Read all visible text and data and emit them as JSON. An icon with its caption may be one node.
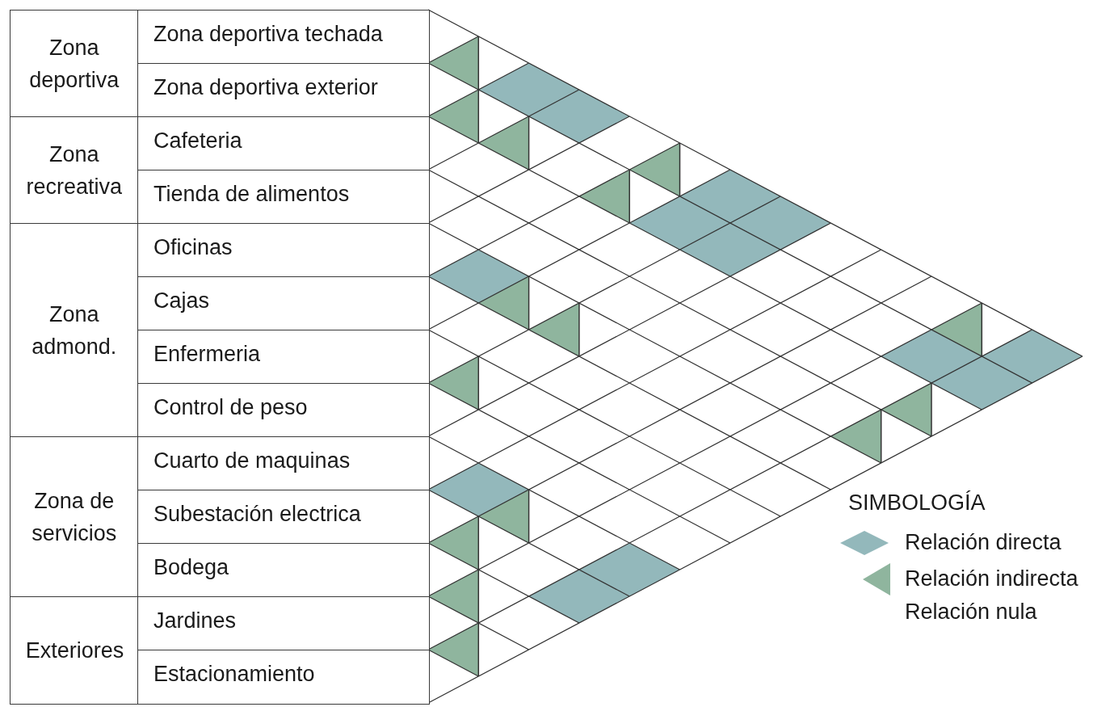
{
  "diagram": {
    "nodes": [
      {
        "text": [
          "Zona deportiva"
        ]
      },
      {
        "text": [
          "Zona deportiva techada"
        ]
      },
      {
        "text": [
          "Zona deportiva exterior"
        ]
      },
      {
        "text": [
          "Zona recreativa"
        ]
      },
      {
        "text": [
          "Cafeteria"
        ]
      },
      {
        "text": [
          "Tienda de alimentos"
        ]
      },
      {
        "text": [
          "Zona admond."
        ]
      },
      {
        "text": [
          "Oficinas"
        ]
      },
      {
        "text": [
          "Cajas"
        ]
      },
      {
        "text": [
          "Enfermeria"
        ]
      },
      {
        "text": [
          "Control de peso"
        ]
      },
      {
        "text": [
          "Zona de servicios"
        ]
      },
      {
        "text": [
          "Cuarto de maquinas"
        ]
      },
      {
        "text": [
          "Subestación electrica"
        ]
      },
      {
        "text": [
          "Bodega"
        ]
      },
      {
        "text": [
          "Exteriores"
        ]
      },
      {
        "text": [
          "Jardines"
        ]
      },
      {
        "text": [
          "Estacionamiento"
        ]
      }
    ],
    "labels": [
      "SIMBOLOGÍA"
    ],
    "legend": [
      {
        "text": "Relación directa",
        "color": "#93b8bb"
      },
      {
        "text": "Relación indirecta",
        "color": "#8fb59e"
      },
      {
        "text": "Relación nula"
      }
    ]
  }
}
